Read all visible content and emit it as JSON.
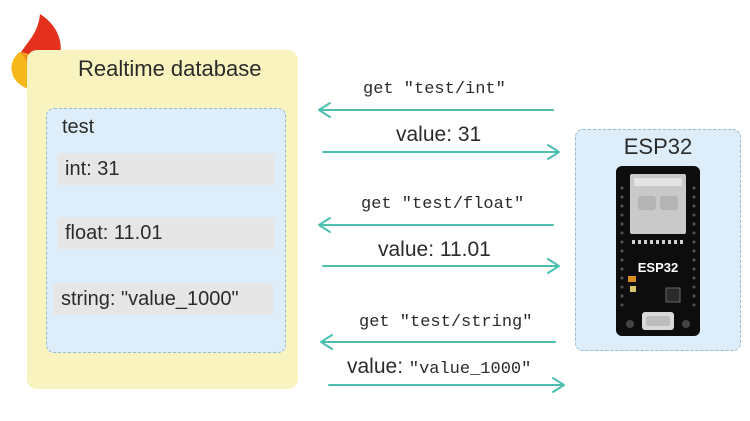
{
  "database": {
    "title": "Realtime database",
    "node_label": "test",
    "fields": {
      "int": "int: 31",
      "float": "float: 11.01",
      "string": "string: \"value_1000\""
    }
  },
  "device": {
    "title": "ESP32",
    "chip_label": "ESP32"
  },
  "messages": {
    "get_int": "get \"test/int\"",
    "value_int": "value: 31",
    "get_float": "get \"test/float\"",
    "value_float": "value: 11.01",
    "get_string": "get \"test/string\"",
    "value_string_prefix": "value: ",
    "value_string_value": "\"value_1000\""
  },
  "colors": {
    "arrow": "#4dbfb0",
    "db_panel": "#f8f3bf",
    "inner_panel": "#ddeefa",
    "field": "#e6e6e6"
  },
  "icons": {
    "logo": "firebase-flame-icon"
  }
}
